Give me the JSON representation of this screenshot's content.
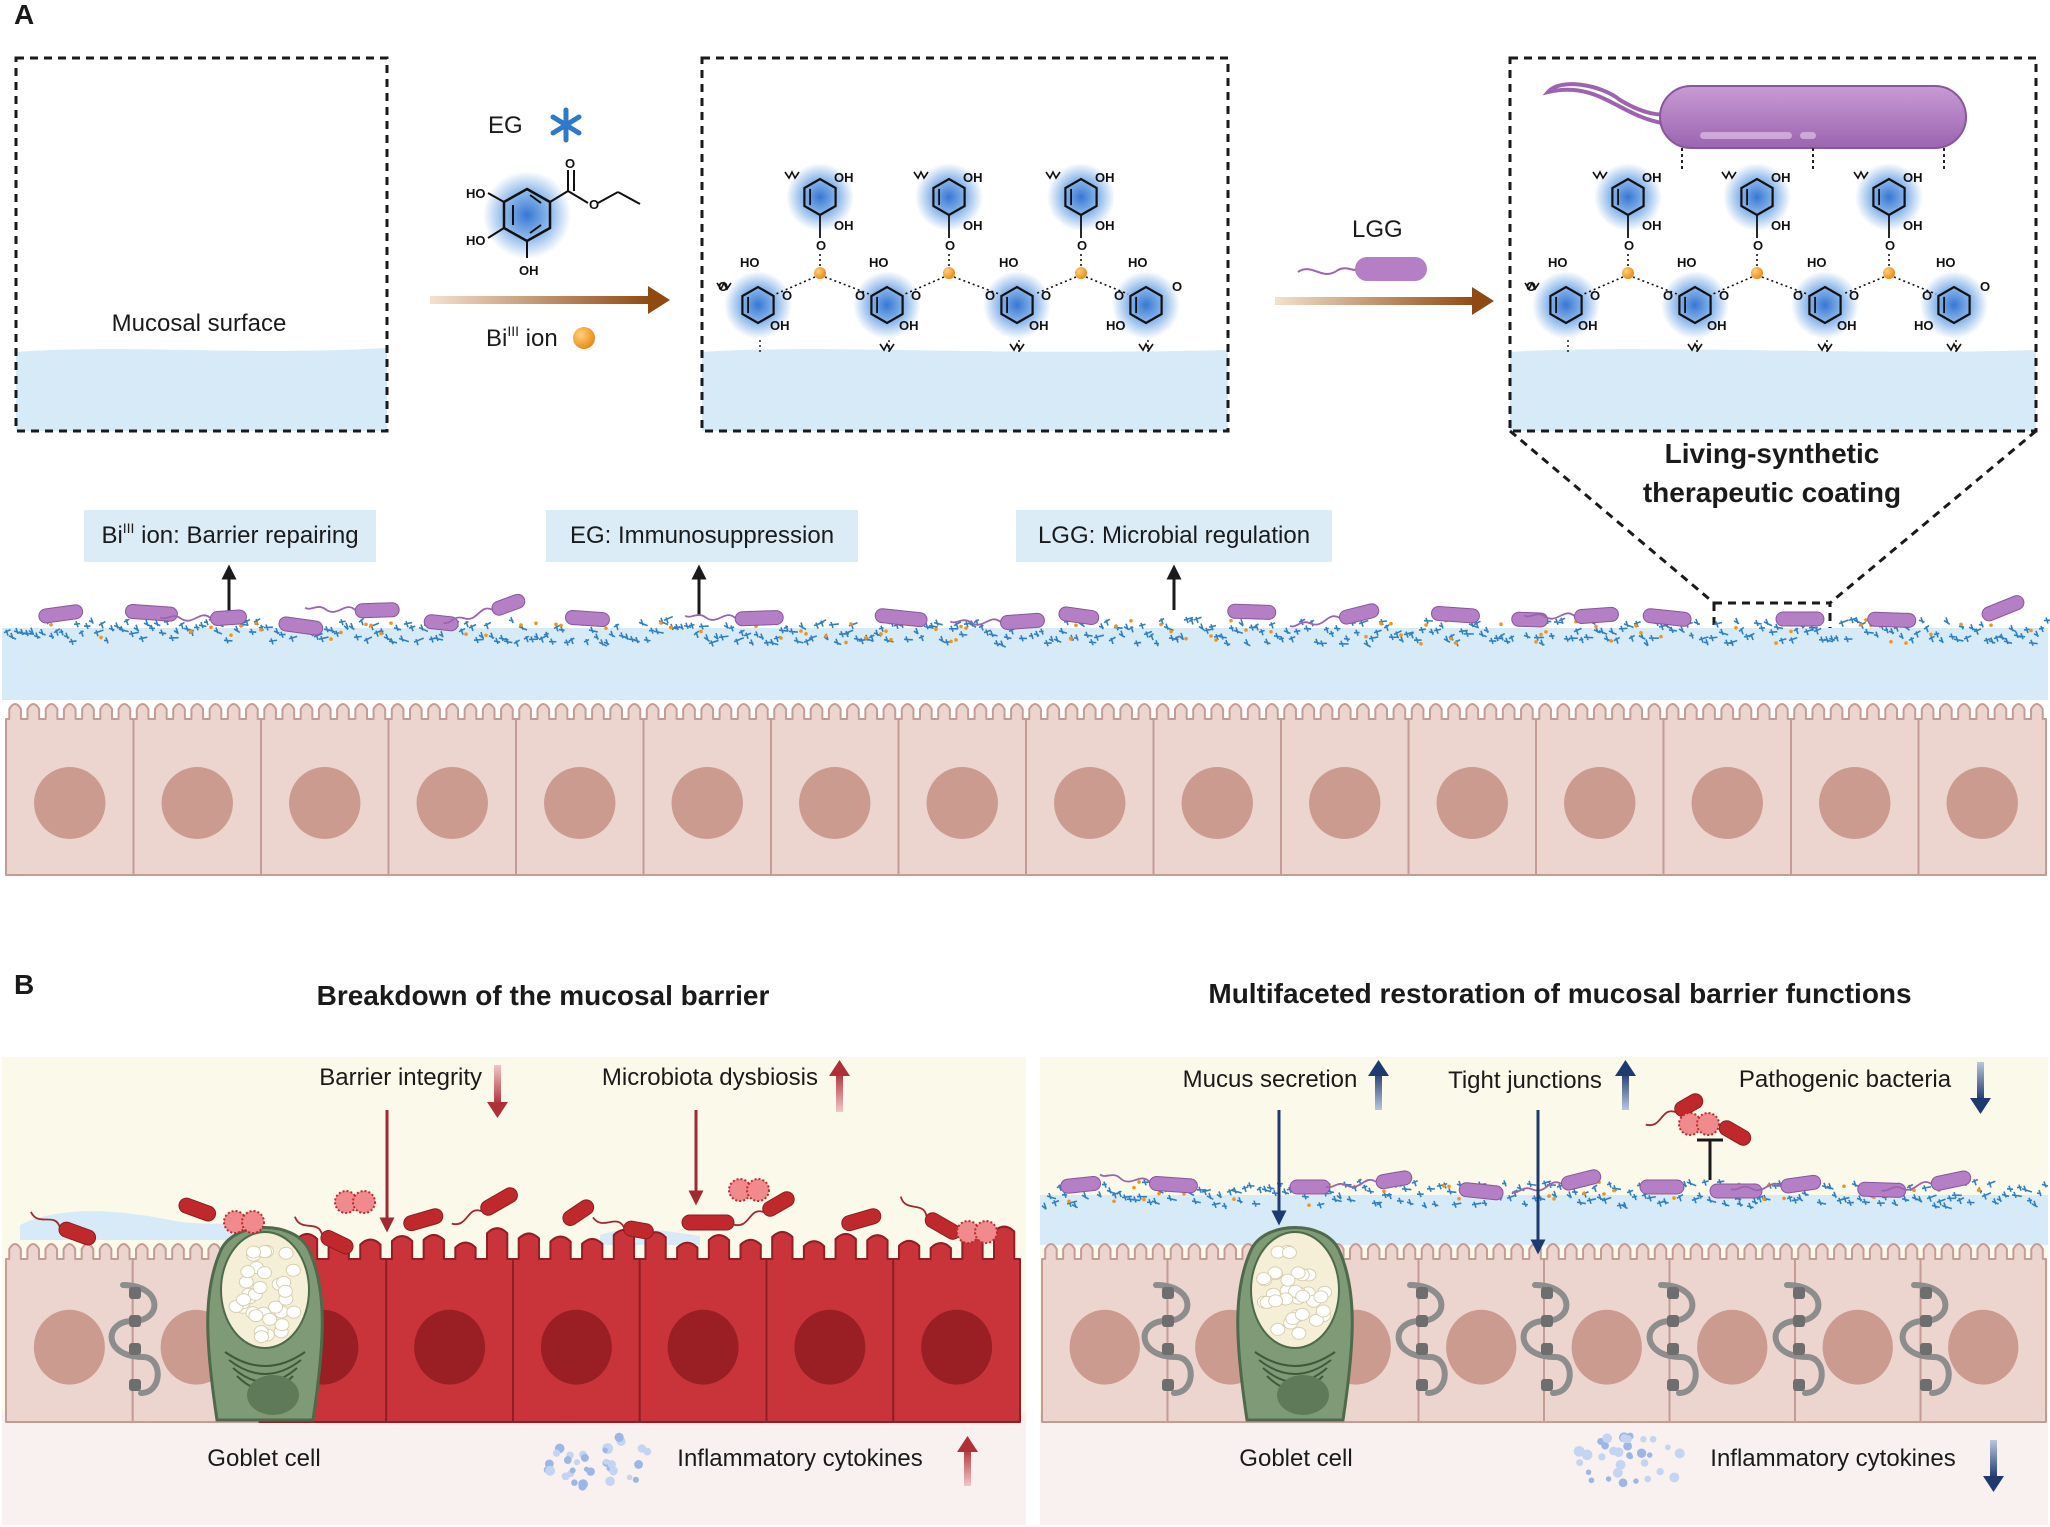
{
  "panel_a": {
    "letter": "A",
    "mucosal_surface": "Mucosal surface",
    "eg_label": "EG",
    "bi_ion_base": "Bi",
    "bi_ion_sup": "III",
    "bi_ion_suffix": " ion",
    "lgg_label": "LGG",
    "coating_line1": "Living-synthetic",
    "coating_line2": "therapeutic coating",
    "func_bi_base": "Bi",
    "func_bi_sup": "III",
    "func_bi_rest": " ion: Barrier repairing",
    "func_eg": "EG: Immunosuppression",
    "func_lgg": "LGG: Microbial regulation",
    "chem_ho": "HO",
    "chem_oh": "OH",
    "chem_o": "O"
  },
  "panel_b": {
    "letter": "B",
    "left_title": "Breakdown of the mucosal barrier",
    "right_title": "Multifaceted restoration of mucosal barrier functions",
    "barrier_integrity": "Barrier integrity",
    "microbiota_dysbiosis": "Microbiota dysbiosis",
    "goblet_cell_left": "Goblet cell",
    "inflammatory_left": "Inflammatory cytokines",
    "mucus_secretion": "Mucus secretion",
    "tight_junctions": "Tight junctions",
    "pathogenic_bacteria": "Pathogenic bacteria",
    "goblet_cell_right": "Goblet cell",
    "inflammatory_right": "Inflammatory cytokines"
  },
  "colors": {
    "mucus": "#d6ebf7",
    "cell_fill": "#edd5cf",
    "cell_stroke": "#c49c95",
    "nucleus": "#cc9b8f",
    "damaged_cell": "#c9343a",
    "damaged_nucleus": "#9a1f25",
    "bacteria_lgg": "#b47fc4",
    "pathogen": "#c0292c",
    "network": "#2f7fc4",
    "bi_ion": "#f29418",
    "label_box": "#dcecf7",
    "arrow_brown": "#8f4a12",
    "arrow_red": "#b03038",
    "arrow_navy": "#1e3a6e",
    "goblet": "#7f9a76",
    "bg_yellow": "#fbf9ea"
  }
}
